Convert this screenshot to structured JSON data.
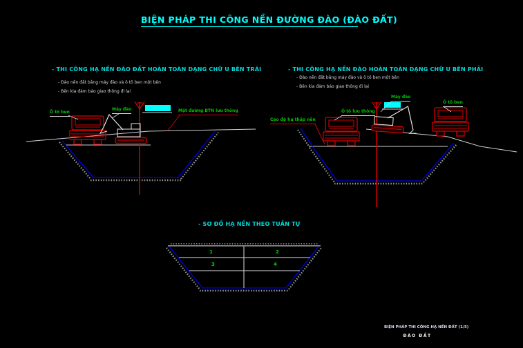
{
  "title": "BIỆN PHÁP THI CÔNG NỀN ĐƯỜNG ĐÀO (ĐÀO ĐẤT)",
  "colors": {
    "accent_cyan": "#00ffff",
    "label_green": "#00c400",
    "machine_red": "#dd0000",
    "slope_blue": "#0000e8",
    "hatch_gray": "#9a9a9a"
  },
  "sections": {
    "left": {
      "heading": "- THI CÔNG HẠ NỀN ĐÀO ĐẤT HOÀN TOÀN DẠNG CHỮ U BÊN TRÁI",
      "bullets": [
        "- Đào nền đất bằng máy đào và ô tô ben một bên",
        "- Bên kia đảm bảo giao thông đi lại"
      ],
      "labels": {
        "dump_truck": "Ô tô ben",
        "excavator": "Máy đào",
        "road": "Mặt đường BTN lưu thông"
      }
    },
    "right": {
      "heading": "- THI CÔNG HẠ NỀN ĐÀO HOÀN TOÀN DẠNG CHỮ U BÊN PHẢI",
      "bullets": [
        "- Đào nền đất bằng máy đào và ô tô ben một bên",
        "- Bên kia đảm bảo giao thông đi lại"
      ],
      "labels": {
        "lowered_level": "Cao độ hạ thấp nền",
        "traffic_truck": "Ô tô lưu thông",
        "excavator": "Máy đào",
        "dump_truck": "Ô tô ben"
      }
    }
  },
  "sequence_diagram": {
    "heading": "- SƠ ĐỒ HẠ NỀN THEO TUẦN TỰ",
    "cells": [
      "1",
      "2",
      "3",
      "4"
    ]
  },
  "title_block": {
    "line1": "BIỆN PHÁP THI CÔNG HẠ NỀN ĐẤT (1/5)",
    "line2": "ĐÀO ĐẤT"
  }
}
